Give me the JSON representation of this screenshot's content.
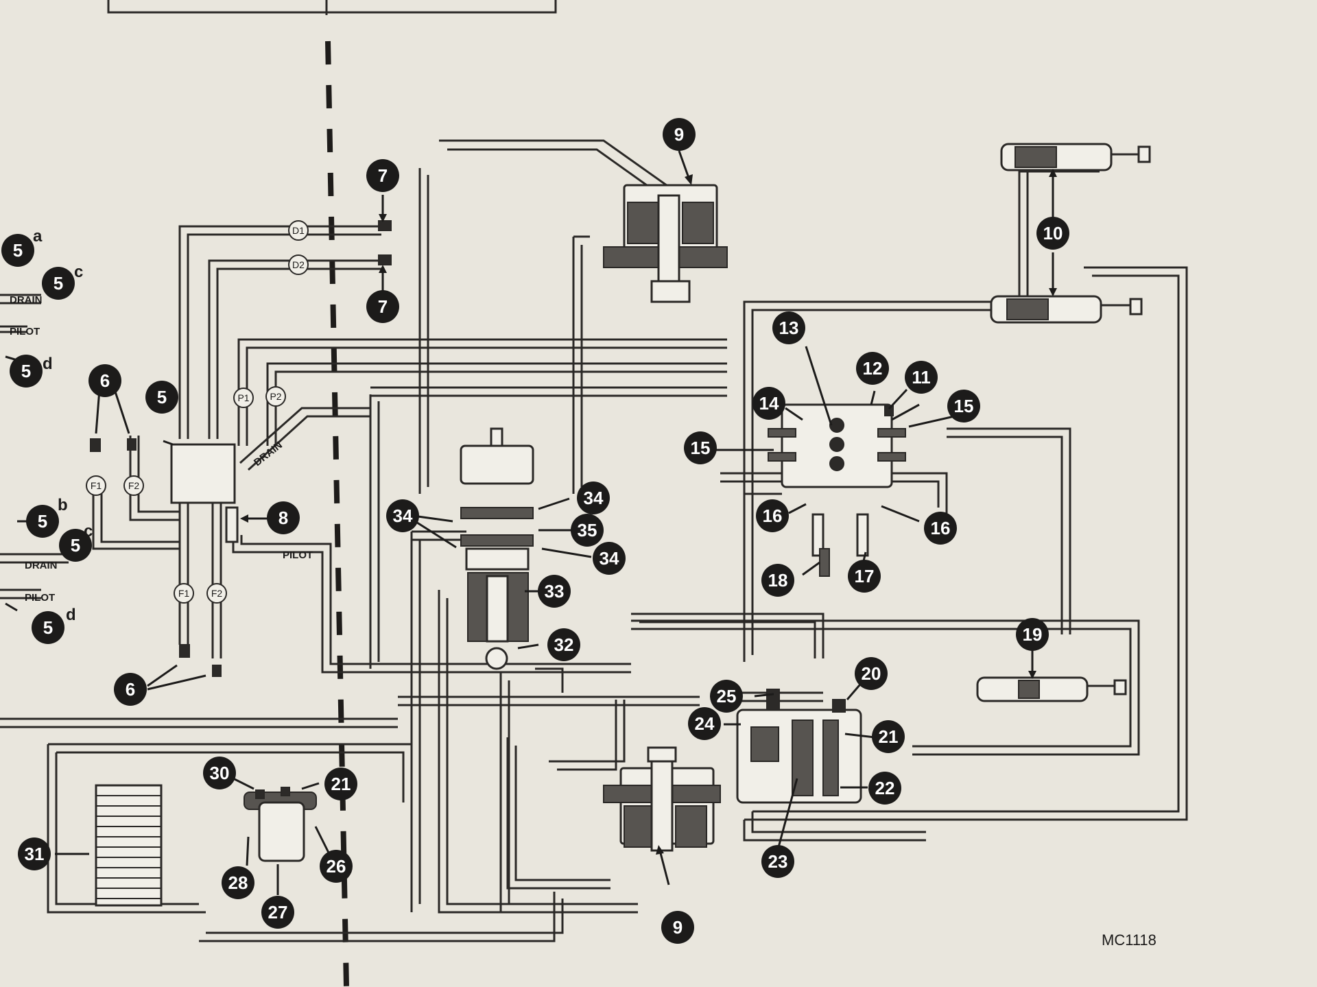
{
  "callouts": [
    {
      "id": "c-5a",
      "num": "5",
      "suffix": "a"
    },
    {
      "id": "c-5c-top",
      "num": "5",
      "suffix": "c"
    },
    {
      "id": "c-5d-top",
      "num": "5",
      "suffix": "d"
    },
    {
      "id": "c-5-main",
      "num": "5",
      "suffix": ""
    },
    {
      "id": "c-5b",
      "num": "5",
      "suffix": "b"
    },
    {
      "id": "c-5c-bottom",
      "num": "5",
      "suffix": "c"
    },
    {
      "id": "c-5d-bottom",
      "num": "5",
      "suffix": "d"
    },
    {
      "id": "c-6-top",
      "num": "6",
      "suffix": ""
    },
    {
      "id": "c-6-bottom",
      "num": "6",
      "suffix": ""
    },
    {
      "id": "c-7-top",
      "num": "7",
      "suffix": ""
    },
    {
      "id": "c-7-bottom",
      "num": "7",
      "suffix": ""
    },
    {
      "id": "c-8",
      "num": "8",
      "suffix": ""
    },
    {
      "id": "c-9-top",
      "num": "9",
      "suffix": ""
    },
    {
      "id": "c-9-bottom",
      "num": "9",
      "suffix": ""
    },
    {
      "id": "c-10",
      "num": "10",
      "suffix": ""
    },
    {
      "id": "c-11",
      "num": "11",
      "suffix": ""
    },
    {
      "id": "c-12",
      "num": "12",
      "suffix": ""
    },
    {
      "id": "c-13",
      "num": "13",
      "suffix": ""
    },
    {
      "id": "c-14",
      "num": "14",
      "suffix": ""
    },
    {
      "id": "c-15-left",
      "num": "15",
      "suffix": ""
    },
    {
      "id": "c-15-right",
      "num": "15",
      "suffix": ""
    },
    {
      "id": "c-16-left",
      "num": "16",
      "suffix": ""
    },
    {
      "id": "c-16-right",
      "num": "16",
      "suffix": ""
    },
    {
      "id": "c-17",
      "num": "17",
      "suffix": ""
    },
    {
      "id": "c-18",
      "num": "18",
      "suffix": ""
    },
    {
      "id": "c-19",
      "num": "19",
      "suffix": ""
    },
    {
      "id": "c-20",
      "num": "20",
      "suffix": ""
    },
    {
      "id": "c-21-right",
      "num": "21",
      "suffix": ""
    },
    {
      "id": "c-21-left",
      "num": "21",
      "suffix": ""
    },
    {
      "id": "c-22",
      "num": "22",
      "suffix": ""
    },
    {
      "id": "c-23",
      "num": "23",
      "suffix": ""
    },
    {
      "id": "c-24",
      "num": "24",
      "suffix": ""
    },
    {
      "id": "c-25",
      "num": "25",
      "suffix": ""
    },
    {
      "id": "c-26",
      "num": "26",
      "suffix": ""
    },
    {
      "id": "c-27",
      "num": "27",
      "suffix": ""
    },
    {
      "id": "c-28",
      "num": "28",
      "suffix": ""
    },
    {
      "id": "c-30",
      "num": "30",
      "suffix": ""
    },
    {
      "id": "c-31",
      "num": "31",
      "suffix": ""
    },
    {
      "id": "c-32",
      "num": "32",
      "suffix": ""
    },
    {
      "id": "c-33",
      "num": "33",
      "suffix": ""
    },
    {
      "id": "c-34-left",
      "num": "34",
      "suffix": ""
    },
    {
      "id": "c-34-top",
      "num": "34",
      "suffix": ""
    },
    {
      "id": "c-34-bottom",
      "num": "34",
      "suffix": ""
    },
    {
      "id": "c-35",
      "num": "35",
      "suffix": ""
    }
  ],
  "ports": [
    {
      "id": "p-d1",
      "text": "D1"
    },
    {
      "id": "p-d2",
      "text": "D2"
    },
    {
      "id": "p-p1",
      "text": "P1"
    },
    {
      "id": "p-p2",
      "text": "P2"
    },
    {
      "id": "p-f1-top",
      "text": "F1"
    },
    {
      "id": "p-f2-top",
      "text": "F2"
    },
    {
      "id": "p-f1-bottom",
      "text": "F1"
    },
    {
      "id": "p-f2-bottom",
      "text": "F2"
    }
  ],
  "line_labels": {
    "drain_top": "DRAIN",
    "pilot_top": "PILOT",
    "drain_diag": "DRAIN",
    "pilot_mid": "PILOT",
    "drain_bottom": "DRAIN",
    "pilot_bottom": "PILOT"
  },
  "drawing_id": "MC1118",
  "colors": {
    "ink": "#2a2826",
    "paper": "#e9e6dd"
  }
}
